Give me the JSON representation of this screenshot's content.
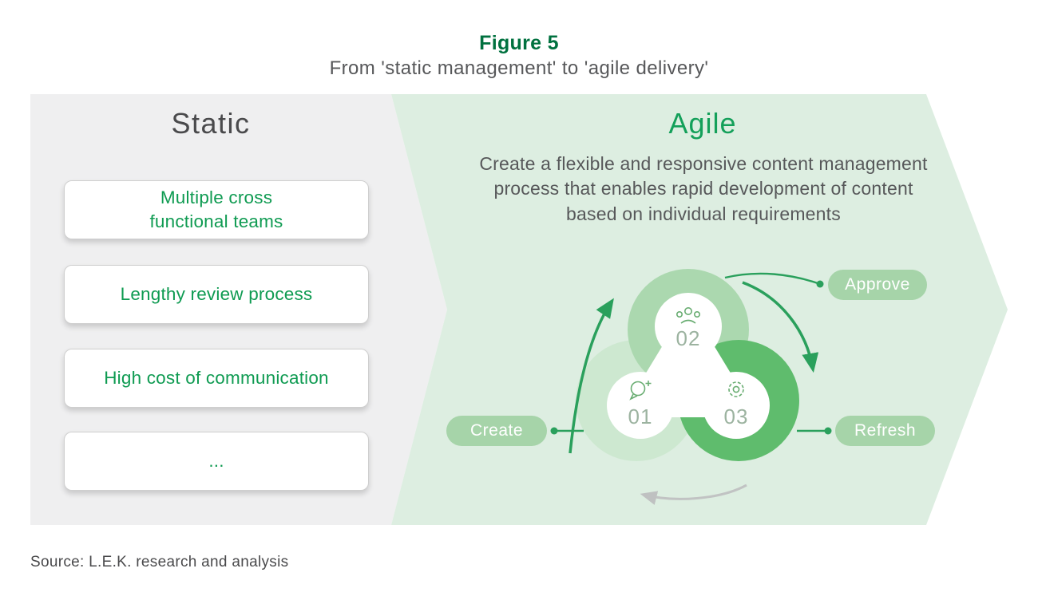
{
  "figure": {
    "label": "Figure 5",
    "title": "From 'static management' to 'agile delivery'"
  },
  "static_panel": {
    "heading": "Static",
    "items": [
      "Multiple cross\nfunctional teams",
      "Lengthy review process",
      "High cost of communication",
      "..."
    ]
  },
  "agile_panel": {
    "heading": "Agile",
    "description": "Create a flexible and responsive content management process that enables rapid development of content based on individual requirements",
    "cycle": {
      "steps": [
        {
          "number": "01",
          "label": "Create",
          "icon": "idea-bubble-icon"
        },
        {
          "number": "02",
          "label": "Approve",
          "icon": "team-icon"
        },
        {
          "number": "03",
          "label": "Refresh",
          "icon": "gear-icon"
        }
      ]
    }
  },
  "source": "Source: L.E.K. research and analysis",
  "colors": {
    "brand_dark_green": "#00713f",
    "accent_green": "#14a05a",
    "arrow_green": "#2aa05c",
    "panel_gray": "#efeff0",
    "panel_green": "#ddeee1",
    "pill_green": "#a6d4a9",
    "circle_light": "#cde8d0",
    "circle_medium": "#abd8af",
    "circle_dark": "#5fbc6d",
    "text_gray": "#57585a"
  }
}
